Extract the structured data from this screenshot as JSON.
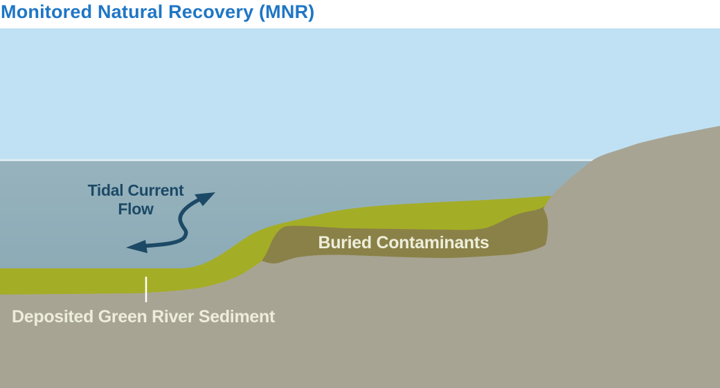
{
  "title": "Monitored Natural Recovery (MNR)",
  "diagram": {
    "labels": {
      "tidal_line1": "Tidal Current",
      "tidal_line2": "Flow",
      "buried": "Buried Contaminants",
      "deposited": "Deposited Green River Sediment"
    },
    "colors": {
      "title_blue": "#1F76C5",
      "sky": "#C0E1F3",
      "water_top": "#97B3BD",
      "water_bottom": "#7FA2AE",
      "water_surface_line": "#DCEBF1",
      "sediment_green": "#A4AD26",
      "contaminant_olive": "#8A8148",
      "land_tan": "#A8A494",
      "arrow_navy": "#1C4966",
      "label_cream": "#EDEEDA",
      "leader_line_white": "#FFFFFF"
    }
  }
}
